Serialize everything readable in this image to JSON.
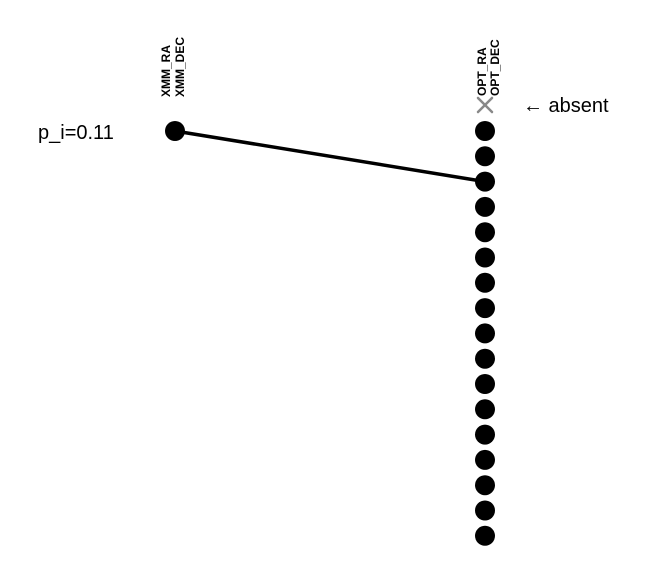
{
  "columns": {
    "xmm": {
      "labels": [
        "XMM_RA",
        "XMM_DEC"
      ]
    },
    "opt": {
      "labels": [
        "OPT_RA",
        "OPT_DEC"
      ]
    }
  },
  "match": {
    "probability_label": "p_i=0.11",
    "xmm_index": 0,
    "opt_index": 2
  },
  "absent": {
    "label": "← absent",
    "marker": "x-icon"
  },
  "opt_points_count": 17,
  "colors": {
    "point": "#000000",
    "absent_marker": "#888888",
    "line": "#000000"
  }
}
